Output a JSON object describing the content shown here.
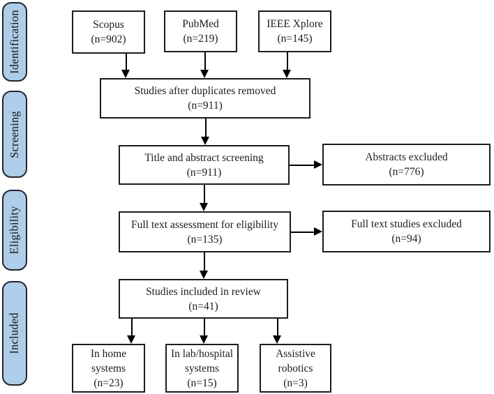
{
  "stages": [
    {
      "label": "Identification"
    },
    {
      "label": "Screening"
    },
    {
      "label": "Eligibility"
    },
    {
      "label": "Included"
    }
  ],
  "boxes": {
    "scopus": {
      "label": "Scopus",
      "count": "(n=902)"
    },
    "pubmed": {
      "label": "PubMed",
      "count": "(n=219)"
    },
    "ieee": {
      "label": "IEEE Xplore",
      "count": "(n=145)"
    },
    "duplicates": {
      "label": "Studies after duplicates removed",
      "count": "(n=911)"
    },
    "screening": {
      "label": "Title and abstract screening",
      "count": "(n=911)"
    },
    "abstracts_excluded": {
      "label": "Abstracts excluded",
      "count": "(n=776)"
    },
    "fulltext": {
      "label": "Full text assessment for eligibility",
      "count": "(n=135)"
    },
    "fulltext_excluded": {
      "label": "Full text studies excluded",
      "count": "(n=94)"
    },
    "included": {
      "label": "Studies included in review",
      "count": "(n=41)"
    },
    "home": {
      "label": "In home systems",
      "count": "(n=23)"
    },
    "lab": {
      "label": "In lab/hospital systems",
      "count": "(n=15)"
    },
    "robotics": {
      "label": "Assistive robotics",
      "count": "(n=3)"
    }
  },
  "colors": {
    "stage_fill": "#aecde8",
    "stage_border": "#1f2430",
    "box_border": "#1c1c1c",
    "arrow": "#000000",
    "background": "#ffffff"
  }
}
